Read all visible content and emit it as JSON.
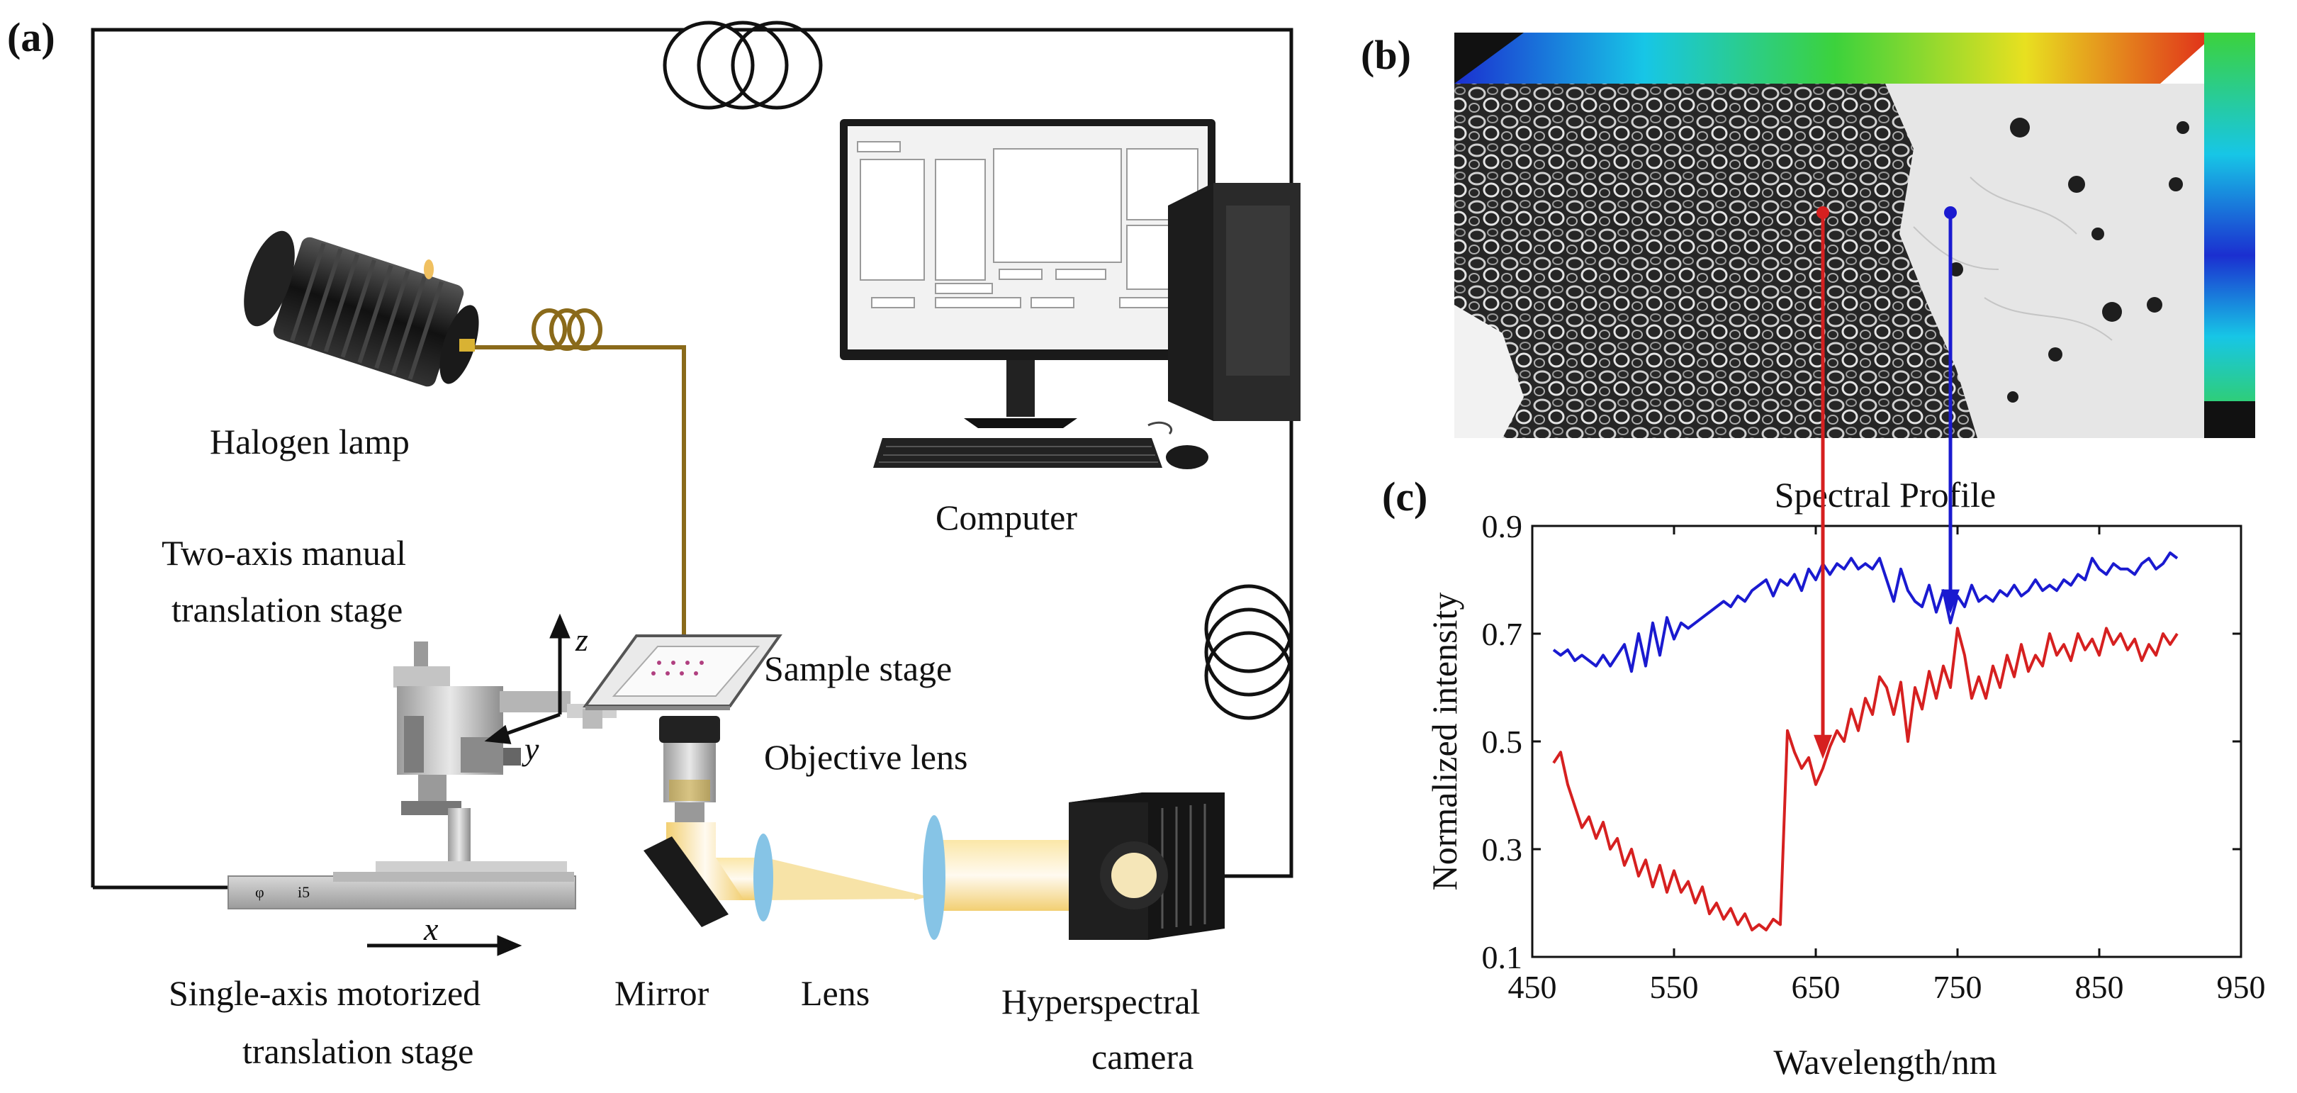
{
  "panels": {
    "a": "(a)",
    "b": "(b)",
    "c": "(c)"
  },
  "setup_labels": {
    "halogen_lamp": "Halogen lamp",
    "computer": "Computer",
    "two_axis_stage_line1": "Two-axis manual",
    "two_axis_stage_line2": "translation stage",
    "sample_stage": "Sample stage",
    "objective_lens": "Objective lens",
    "single_axis_stage_line1": "Single-axis motorized",
    "single_axis_stage_line2": "translation stage",
    "mirror": "Mirror",
    "lens": "Lens",
    "camera_line1": "Hyperspectral",
    "camera_line2": "camera"
  },
  "axes_labels": {
    "z": "z",
    "y": "y",
    "x": "x"
  },
  "colors": {
    "red_series": "#d62020",
    "blue_series": "#1a1ad0",
    "fiber": "#8a6a1a",
    "beam": "#f5d98a",
    "lens": "#86c4e6"
  },
  "chart_data": {
    "type": "line",
    "title": "Spectral Profile",
    "xlabel": "Wavelength/nm",
    "ylabel": "Normalized intensity",
    "xlim": [
      450,
      950
    ],
    "ylim": [
      0.1,
      0.9
    ],
    "xticks": [
      450,
      550,
      650,
      750,
      850,
      950
    ],
    "yticks": [
      0.1,
      0.3,
      0.5,
      0.7,
      0.9
    ],
    "grid": false,
    "series": [
      {
        "color": "#1a1ad0",
        "x": [
          465,
          470,
          475,
          480,
          485,
          490,
          495,
          500,
          505,
          510,
          515,
          520,
          525,
          530,
          535,
          540,
          545,
          550,
          555,
          560,
          565,
          570,
          575,
          580,
          585,
          590,
          595,
          600,
          605,
          610,
          615,
          620,
          625,
          630,
          635,
          640,
          645,
          650,
          655,
          660,
          665,
          670,
          675,
          680,
          685,
          690,
          695,
          700,
          705,
          710,
          715,
          720,
          725,
          730,
          735,
          740,
          745,
          750,
          755,
          760,
          765,
          770,
          775,
          780,
          785,
          790,
          795,
          800,
          805,
          810,
          815,
          820,
          825,
          830,
          835,
          840,
          845,
          850,
          855,
          860,
          865,
          870,
          875,
          880,
          885,
          890,
          895,
          900,
          905
        ],
        "y": [
          0.67,
          0.66,
          0.67,
          0.65,
          0.66,
          0.65,
          0.64,
          0.66,
          0.64,
          0.66,
          0.68,
          0.63,
          0.7,
          0.64,
          0.72,
          0.66,
          0.73,
          0.69,
          0.72,
          0.71,
          0.72,
          0.73,
          0.74,
          0.75,
          0.76,
          0.75,
          0.77,
          0.76,
          0.78,
          0.79,
          0.8,
          0.77,
          0.8,
          0.79,
          0.81,
          0.78,
          0.82,
          0.8,
          0.83,
          0.81,
          0.83,
          0.82,
          0.84,
          0.82,
          0.83,
          0.82,
          0.84,
          0.8,
          0.76,
          0.82,
          0.78,
          0.76,
          0.75,
          0.79,
          0.74,
          0.78,
          0.72,
          0.77,
          0.75,
          0.79,
          0.76,
          0.77,
          0.76,
          0.78,
          0.77,
          0.79,
          0.77,
          0.78,
          0.8,
          0.78,
          0.79,
          0.78,
          0.8,
          0.79,
          0.81,
          0.8,
          0.84,
          0.82,
          0.81,
          0.83,
          0.82,
          0.82,
          0.81,
          0.83,
          0.84,
          0.82,
          0.83,
          0.85,
          0.84
        ]
      },
      {
        "color": "#d62020",
        "x": [
          465,
          470,
          475,
          480,
          485,
          490,
          495,
          500,
          505,
          510,
          515,
          520,
          525,
          530,
          535,
          540,
          545,
          550,
          555,
          560,
          565,
          570,
          575,
          580,
          585,
          590,
          595,
          600,
          605,
          610,
          615,
          620,
          625,
          630,
          635,
          640,
          645,
          650,
          655,
          660,
          665,
          670,
          675,
          680,
          685,
          690,
          695,
          700,
          705,
          710,
          715,
          720,
          725,
          730,
          735,
          740,
          745,
          750,
          755,
          760,
          765,
          770,
          775,
          780,
          785,
          790,
          795,
          800,
          805,
          810,
          815,
          820,
          825,
          830,
          835,
          840,
          845,
          850,
          855,
          860,
          865,
          870,
          875,
          880,
          885,
          890,
          895,
          900,
          905
        ],
        "y": [
          0.46,
          0.48,
          0.42,
          0.38,
          0.34,
          0.36,
          0.32,
          0.35,
          0.3,
          0.32,
          0.27,
          0.3,
          0.25,
          0.28,
          0.23,
          0.27,
          0.22,
          0.26,
          0.22,
          0.24,
          0.2,
          0.23,
          0.18,
          0.2,
          0.17,
          0.19,
          0.16,
          0.18,
          0.15,
          0.16,
          0.15,
          0.17,
          0.16,
          0.52,
          0.48,
          0.45,
          0.47,
          0.42,
          0.45,
          0.49,
          0.52,
          0.5,
          0.56,
          0.52,
          0.58,
          0.55,
          0.62,
          0.6,
          0.55,
          0.61,
          0.5,
          0.6,
          0.56,
          0.63,
          0.58,
          0.64,
          0.6,
          0.71,
          0.66,
          0.58,
          0.62,
          0.58,
          0.64,
          0.6,
          0.66,
          0.62,
          0.68,
          0.63,
          0.66,
          0.64,
          0.7,
          0.66,
          0.68,
          0.65,
          0.7,
          0.67,
          0.69,
          0.66,
          0.71,
          0.68,
          0.7,
          0.67,
          0.69,
          0.65,
          0.68,
          0.66,
          0.7,
          0.68,
          0.7
        ]
      }
    ],
    "markers": [
      {
        "color": "#d62020",
        "x": 655,
        "y": 0.47
      },
      {
        "color": "#1a1ad0",
        "x": 745,
        "y": 0.74
      }
    ]
  }
}
